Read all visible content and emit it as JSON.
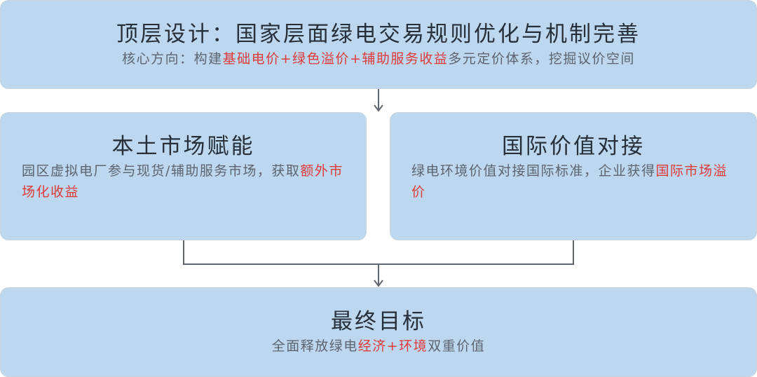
{
  "top": {
    "title": "顶层设计：国家层面绿电交易规则优化与机制完善",
    "sub_prefix": "核心方向：构建",
    "sub_highlight": "基础电价+绿色溢价+辅助服务收益",
    "sub_suffix": "多元定价体系，挖掘议价空间"
  },
  "left": {
    "title": "本土市场赋能",
    "sub_prefix": "园区虚拟电厂参与现货/辅助服务市场，获取",
    "sub_highlight": "额外市场化收益"
  },
  "right": {
    "title": "国际价值对接",
    "sub_prefix": "绿电环境价值对接国际标准，企业获得",
    "sub_highlight": "国际市场溢价"
  },
  "bottom": {
    "title": "最终目标",
    "sub_prefix": "全面释放绿电",
    "sub_highlight": "经济+环境",
    "sub_suffix": "双重价值"
  },
  "colors": {
    "box": "#bdd7ee",
    "highlight": "#e03a3a",
    "connector": "#5f6670"
  }
}
